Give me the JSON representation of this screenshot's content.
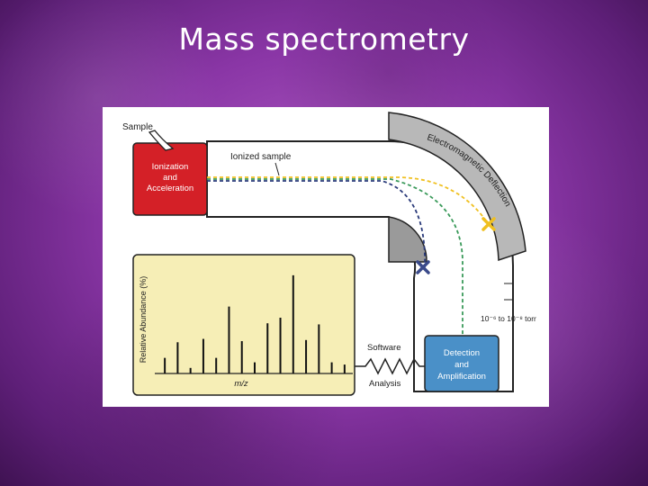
{
  "slide": {
    "title": "Mass spectrometry"
  },
  "diagram": {
    "sample_label": "Sample",
    "ionization_box": [
      "Ionization",
      "and",
      "Acceleration"
    ],
    "ionized_sample_label": "Ionized sample",
    "magnet_label": "Electromagnetic Deflection",
    "vacuum_label": "10⁻⁶ to 10⁻⁸ torr",
    "software_label": "Software",
    "analysis_label": "Analysis",
    "detection_box": [
      "Detection",
      "and",
      "Amplification"
    ],
    "spectrum": {
      "ylabel": "Relative Abundance (%)",
      "xlabel": "m/z"
    },
    "colors": {
      "ionization_box": "#d42027",
      "detection_box": "#4a90c8",
      "magnet": "#b8b8b8",
      "spectrum_panel": "#f6eeb6",
      "beam_yellow": "#f0c020",
      "beam_green": "#3a9a5a",
      "beam_navy": "#2a3a7a",
      "x_marks": [
        "#f0c020",
        "#3a4a8a"
      ]
    }
  },
  "chart_data": {
    "type": "bar",
    "ylabel": "Relative Abundance (%)",
    "xlabel": "m/z",
    "ylim": [
      0,
      100
    ],
    "x": [
      1,
      2,
      3,
      4,
      5,
      6,
      7,
      8,
      9,
      10,
      11,
      12,
      13,
      14,
      15
    ],
    "values": [
      14,
      28,
      5,
      31,
      14,
      60,
      29,
      10,
      45,
      50,
      88,
      30,
      44,
      10,
      8
    ]
  }
}
